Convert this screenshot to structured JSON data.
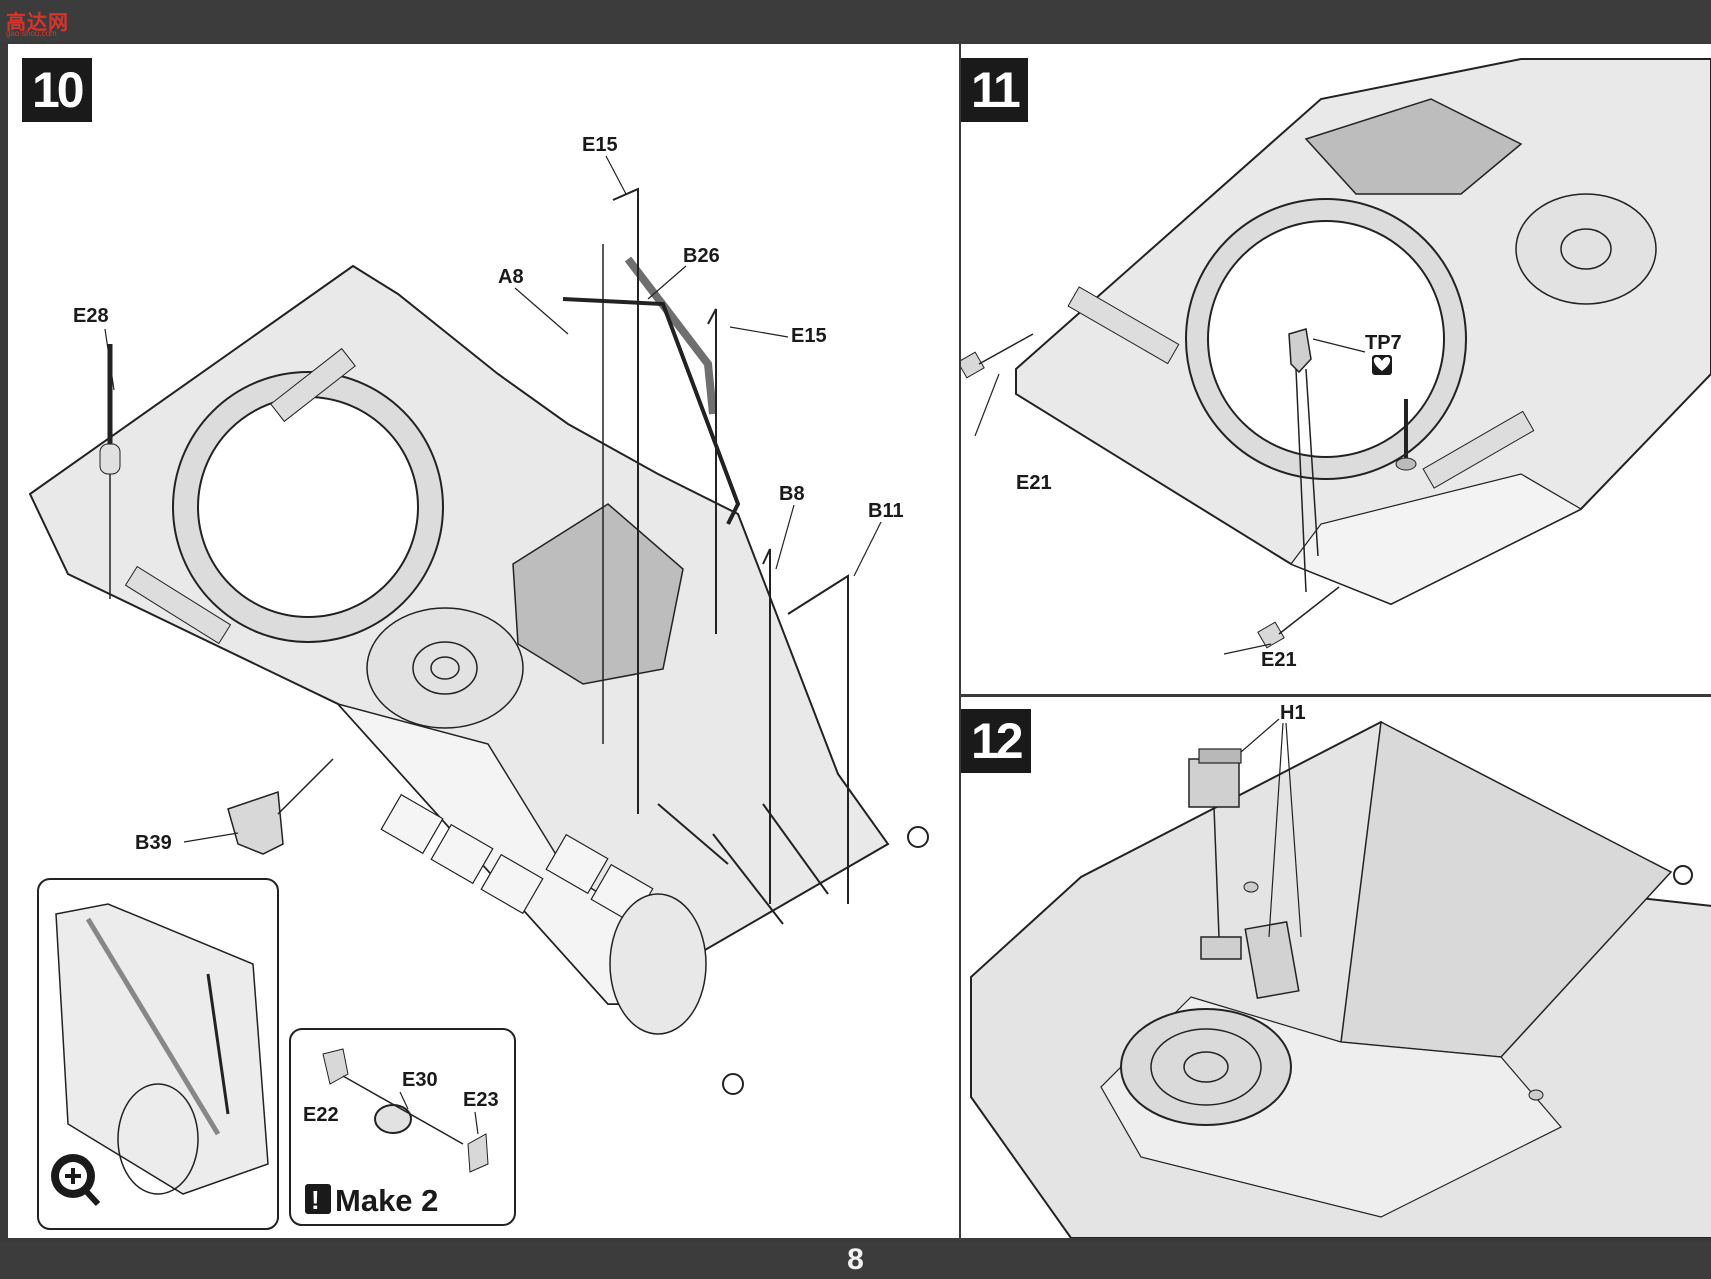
{
  "header": {
    "watermark_cn": "高达网",
    "watermark_url": "gao-shou.com"
  },
  "footer": {
    "page_number": "8"
  },
  "steps": {
    "step10": {
      "number": "10",
      "parts": [
        "E28",
        "E15",
        "A8",
        "B26",
        "E15",
        "B8",
        "B11",
        "B39"
      ],
      "zoom_icon": "magnifier-plus-icon",
      "inset": {
        "parts": [
          "E30",
          "E22",
          "E23"
        ],
        "note": "Make 2",
        "note_icon": "exclamation-icon"
      }
    },
    "step11": {
      "number": "11",
      "parts": [
        "TP7",
        "E21",
        "E21"
      ],
      "tp_icon": "broken-heart-icon"
    },
    "step12": {
      "number": "12",
      "parts": [
        "H1"
      ]
    }
  },
  "colors": {
    "bar": "#3c3c3c",
    "badge": "#1a1a1a",
    "part_fill": "#e8e8e8",
    "line": "#222222"
  }
}
